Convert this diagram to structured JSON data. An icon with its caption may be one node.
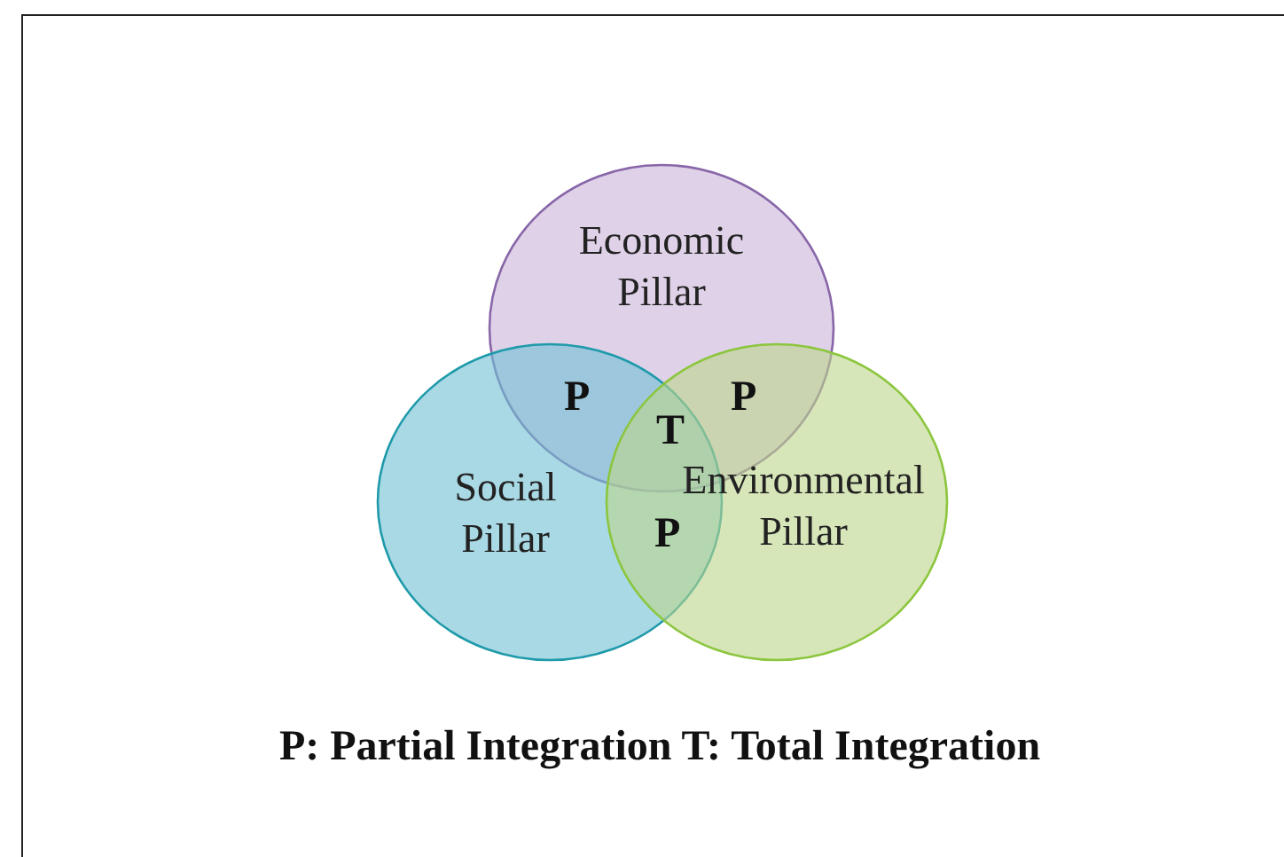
{
  "diagram": {
    "caption": "P: Partial Integration T: Total Integration",
    "nodes": [
      {
        "text": [
          "Economic Pillar"
        ]
      },
      {
        "text": [
          "Social Pillar"
        ]
      },
      {
        "text": [
          "Environmental Pillar"
        ]
      }
    ],
    "labels": [
      "P",
      "P",
      "T",
      "P"
    ]
  }
}
